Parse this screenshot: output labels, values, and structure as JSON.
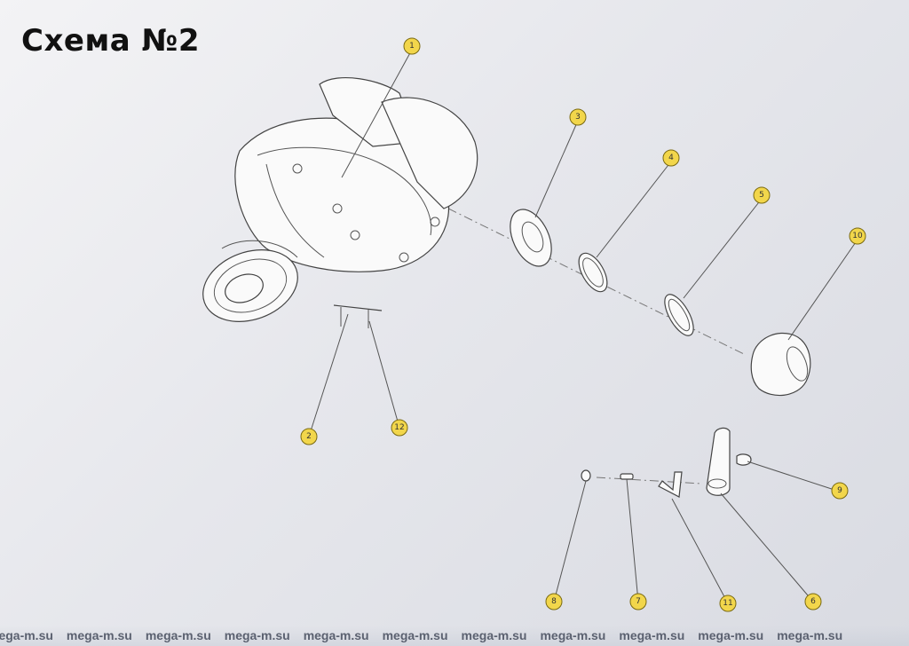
{
  "title": "Схема №2",
  "callouts": [
    {
      "id": "c1",
      "label": "1"
    },
    {
      "id": "c3",
      "label": "3"
    },
    {
      "id": "c4",
      "label": "4"
    },
    {
      "id": "c5",
      "label": "5"
    },
    {
      "id": "c10",
      "label": "10"
    },
    {
      "id": "c2",
      "label": "2"
    },
    {
      "id": "c12",
      "label": "12"
    },
    {
      "id": "c9",
      "label": "9"
    },
    {
      "id": "c8",
      "label": "8"
    },
    {
      "id": "c7",
      "label": "7"
    },
    {
      "id": "c11",
      "label": "11"
    },
    {
      "id": "c6",
      "label": "6"
    }
  ],
  "watermark": {
    "text": "mega-m.su",
    "repeat": [
      "mega-m.su",
      "mega-m.su",
      "mega-m.su",
      "mega-m.su",
      "mega-m.su",
      "mega-m.su",
      "mega-m.su",
      "mega-m.su",
      "mega-m.su",
      "mega-m.su",
      "mega-m.su"
    ]
  },
  "colors": {
    "callout_fill": "#f2d64b",
    "background": "#e6e7ec"
  }
}
